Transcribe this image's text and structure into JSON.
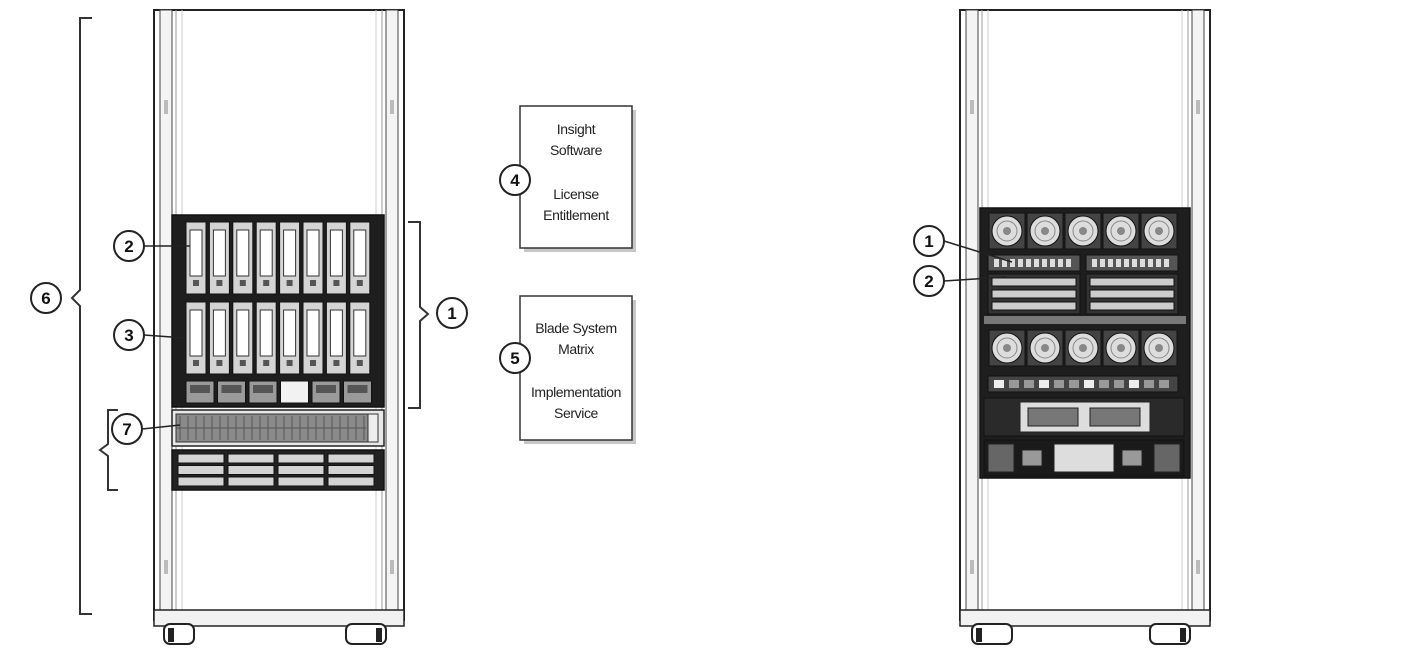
{
  "front_view": {
    "callouts": [
      {
        "id": "6",
        "label": "6"
      },
      {
        "id": "2",
        "label": "2"
      },
      {
        "id": "3",
        "label": "3"
      },
      {
        "id": "7",
        "label": "7"
      },
      {
        "id": "1",
        "label": "1"
      }
    ]
  },
  "info_boxes": [
    {
      "callout": "4",
      "lines": [
        "Insight",
        "Software",
        "",
        "License",
        "Entitlement"
      ]
    },
    {
      "callout": "5",
      "lines": [
        "Blade System",
        "Matrix",
        "",
        "Implementation",
        "Service"
      ]
    }
  ],
  "rear_view": {
    "callouts": [
      {
        "id": "1",
        "label": "1"
      },
      {
        "id": "2",
        "label": "2"
      }
    ]
  },
  "colors": {
    "line": "#222222",
    "dark": "#1e1e1e",
    "mid": "#8a8a8a",
    "light": "#d4d4d4",
    "panel": "#ececec"
  }
}
